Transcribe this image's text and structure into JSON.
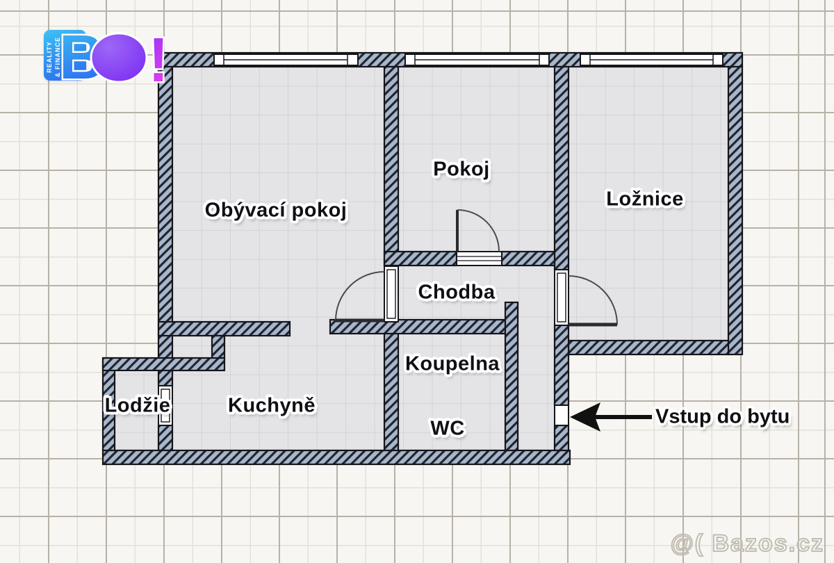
{
  "brand": {
    "badge_line1": "REALITY",
    "badge_line2": "& FINANCE",
    "wordmark_b": "B",
    "wordmark_exclamation": "!",
    "colors": {
      "badge_blue_top": "#3fc3f3",
      "badge_blue_bottom": "#2e6cf0",
      "o_dot_purple": "#7a2cf2",
      "exclamation_pink": "#e83df5"
    }
  },
  "rooms": [
    {
      "label": "Obývací pokoj"
    },
    {
      "label": "Pokoj"
    },
    {
      "label": "Ložnice"
    },
    {
      "label": "Chodba"
    },
    {
      "label": "Koupelna"
    },
    {
      "label": "WC"
    },
    {
      "label": "Kuchyně"
    },
    {
      "label": "Lodžie"
    }
  ],
  "annotations": {
    "entrance_label": "Vstup do bytu"
  },
  "watermark": {
    "text": "@( Bazos.cz"
  },
  "plan_colors": {
    "wall_fill": "#a6b7cd",
    "wall_hatch": "#23232b",
    "wall_outline": "#15151a",
    "room_fill": "#e4e4e7",
    "room_grid": "#cdced4",
    "background": "#f7f6f2",
    "tile_grid_major": "#b7b1a7",
    "tile_grid_minor": "#e3e0d9",
    "label_color": "#101014",
    "arrow_color": "#111111",
    "door_arc": "#4a4a50"
  }
}
